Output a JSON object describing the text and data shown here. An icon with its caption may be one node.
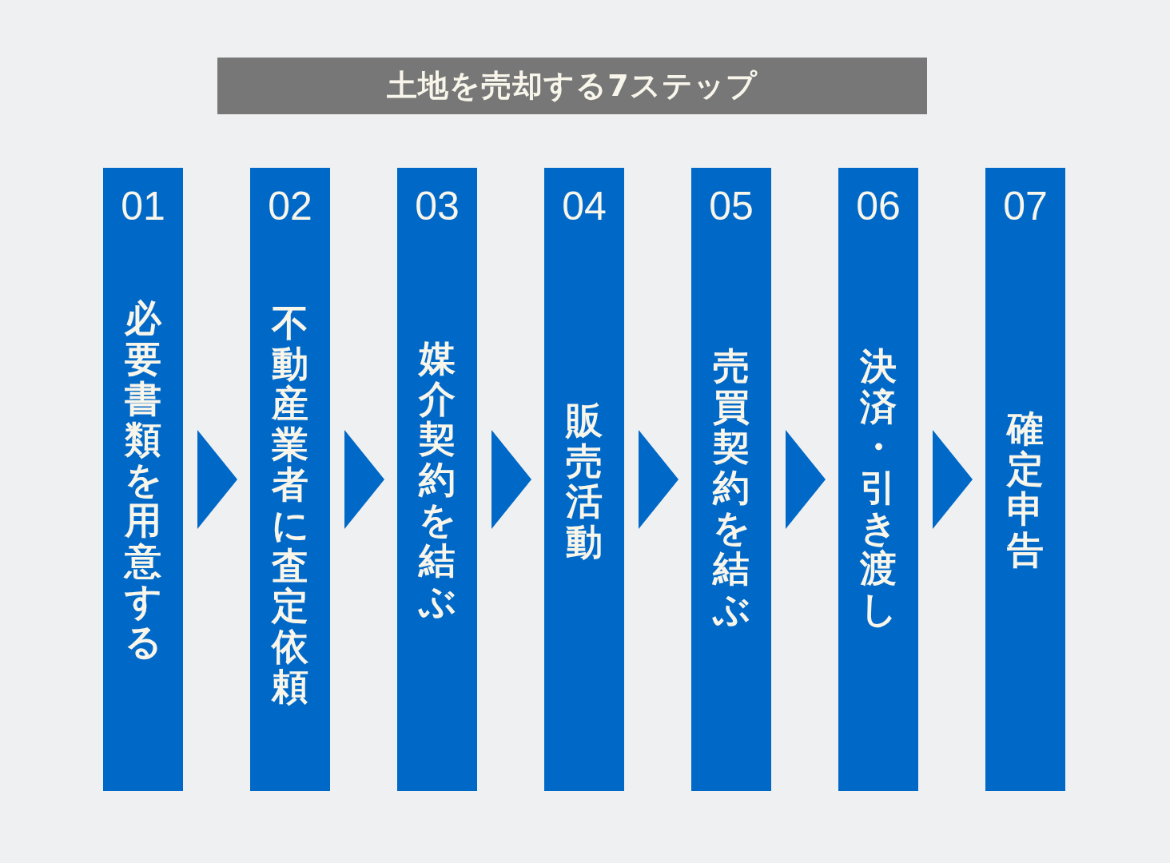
{
  "diagram": {
    "title": "土地を売却する7ステップ",
    "nodes": [
      {
        "text": [
          "01",
          "必要書類を用意する"
        ]
      },
      {
        "text": [
          "02",
          "不動産業者に査定依頼"
        ]
      },
      {
        "text": [
          "03",
          "媒介契約を結ぶ"
        ]
      },
      {
        "text": [
          "04",
          "販売活動"
        ]
      },
      {
        "text": [
          "05",
          "売買契約を結ぶ"
        ]
      },
      {
        "text": [
          "06",
          "決済・引き渡し"
        ]
      },
      {
        "text": [
          "07",
          "確定申告"
        ]
      }
    ],
    "edges": [
      {
        "from": 0,
        "to": 1,
        "arrow": "to"
      },
      {
        "from": 1,
        "to": 2,
        "arrow": "to"
      },
      {
        "from": 2,
        "to": 3,
        "arrow": "to"
      },
      {
        "from": 3,
        "to": 4,
        "arrow": "to"
      },
      {
        "from": 4,
        "to": 5,
        "arrow": "to"
      },
      {
        "from": 5,
        "to": 6,
        "arrow": "to"
      }
    ]
  }
}
